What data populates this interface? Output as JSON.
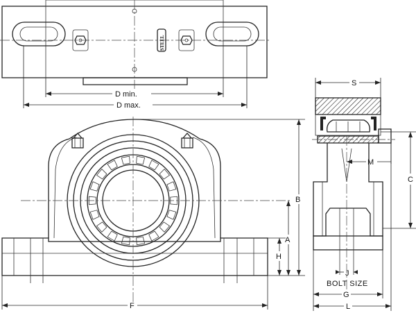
{
  "dimensions": {
    "d_min": "D min.",
    "d_max": "D max.",
    "s": "S",
    "m": "M",
    "c": "C",
    "b": "B",
    "a": "A",
    "h": "H",
    "f": "F",
    "j": "J",
    "bolt_size": "BOLT SIZE",
    "g": "G",
    "l": "L"
  },
  "stamp": "STEEL"
}
